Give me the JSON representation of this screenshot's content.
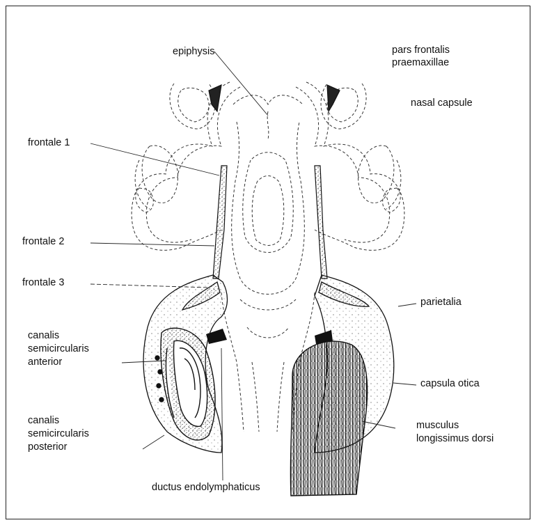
{
  "labels": {
    "epiphysis": "epiphysis",
    "pars_frontalis_line1": "pars frontalis",
    "pars_frontalis_line2": "praemaxillae",
    "nasal_capsule": "nasal capsule",
    "frontale_1": "frontale 1",
    "frontale_2": "frontale 2",
    "frontale_3": "frontale 3",
    "parietalia": "parietalia",
    "canalis_anterior_line1": "canalis",
    "canalis_anterior_line2": "semicircularis",
    "canalis_anterior_line3": "anterior",
    "capsula_otica": "capsula otica",
    "canalis_posterior_line1": "canalis",
    "canalis_posterior_line2": "semicircularis",
    "canalis_posterior_line3": "posterior",
    "musculus_line1": "musculus",
    "musculus_line2": "longissimus dorsi",
    "ductus": "ductus endolymphaticus"
  }
}
